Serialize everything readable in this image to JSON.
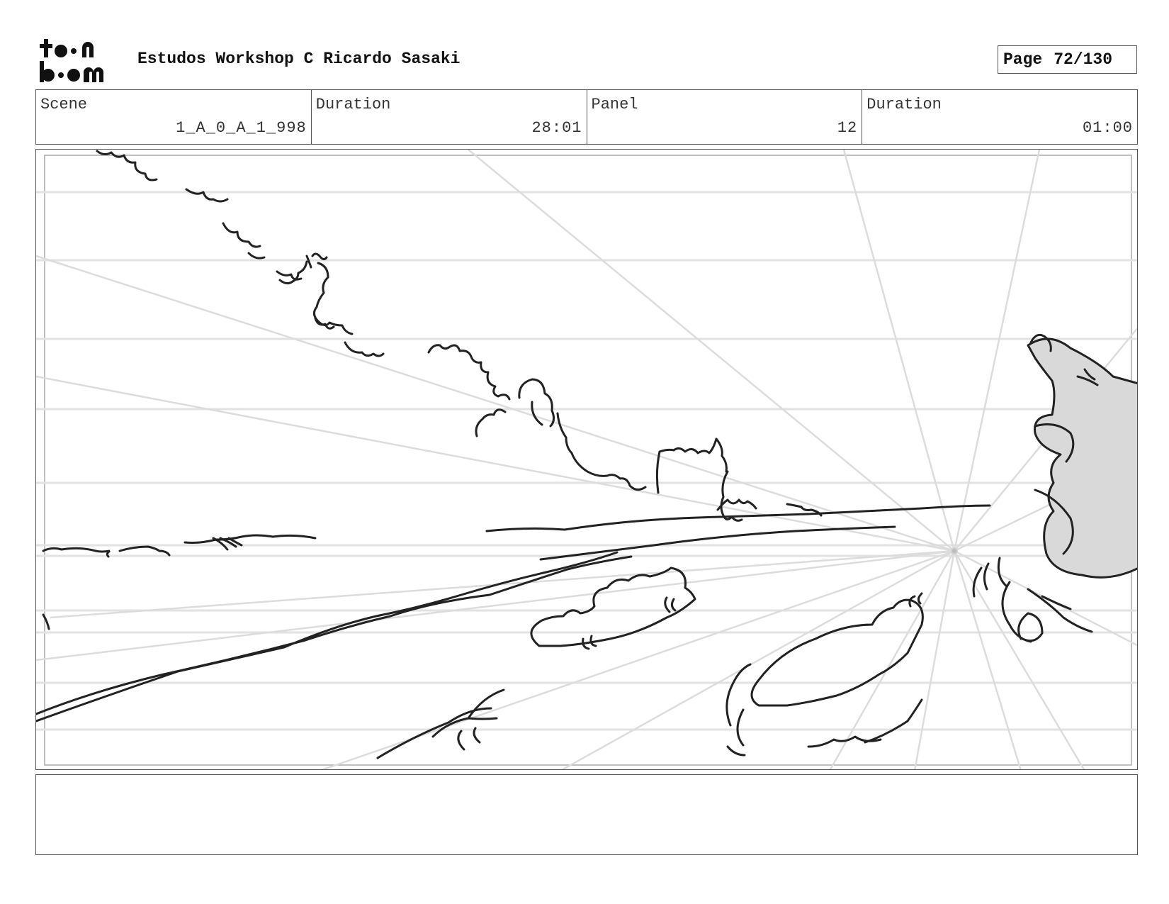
{
  "header": {
    "logo": {
      "name": "toon-boom-logo",
      "text": "toon boom"
    },
    "title": "Estudos Workshop C Ricardo Sasaki",
    "page_label": "Page",
    "page_number": "72/130"
  },
  "info": {
    "scene_label": "Scene",
    "scene_value": "1_A_0_A_1_998",
    "duration_label": "Duration",
    "duration_value": "28:01",
    "panel_label": "Panel",
    "panel_value": "12",
    "panel_duration_label": "Duration",
    "panel_duration_value": "01:00"
  },
  "panel": {
    "content": "storyboard-sketch",
    "colors": {
      "sketch_line": "#222222",
      "guide_line": "#dddddd",
      "character_fill": "#d9d9d9"
    }
  },
  "notes": {
    "text": ""
  }
}
